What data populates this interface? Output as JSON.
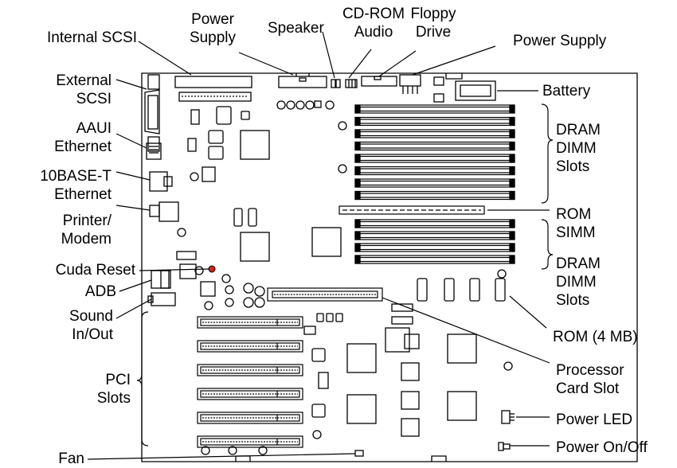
{
  "labels": {
    "internal_scsi": "Internal SCSI",
    "power_supply_left": [
      "Power",
      "Supply"
    ],
    "speaker": "Speaker",
    "cdrom_audio": [
      "CD-ROM",
      "Audio"
    ],
    "floppy_drive": [
      "Floppy",
      "Drive"
    ],
    "power_supply_right": "Power Supply",
    "external_scsi": [
      "External",
      "SCSI"
    ],
    "aaui_ethernet": [
      "AAUI",
      "Ethernet"
    ],
    "tenbase_t": [
      "10BASE-T",
      "Ethernet"
    ],
    "printer_modem": [
      "Printer/",
      "Modem"
    ],
    "cuda_reset": "Cuda Reset",
    "adb": "ADB",
    "sound": [
      "Sound",
      "In/Out"
    ],
    "pci_slots": [
      "PCI",
      "Slots"
    ],
    "fan": "Fan",
    "battery": "Battery",
    "dram_top": [
      "DRAM",
      "DIMM",
      "Slots"
    ],
    "rom_simm": [
      "ROM",
      "SIMM"
    ],
    "dram_bottom": [
      "DRAM",
      "DIMM",
      "Slots"
    ],
    "rom_4mb": "ROM (4 MB)",
    "processor_card": [
      "Processor",
      "Card Slot"
    ],
    "power_led": "Power LED",
    "power_onoff": "Power On/Off"
  },
  "colors": {
    "line": "#000000",
    "board": "#ffffff",
    "reset_button": "#d62020"
  }
}
